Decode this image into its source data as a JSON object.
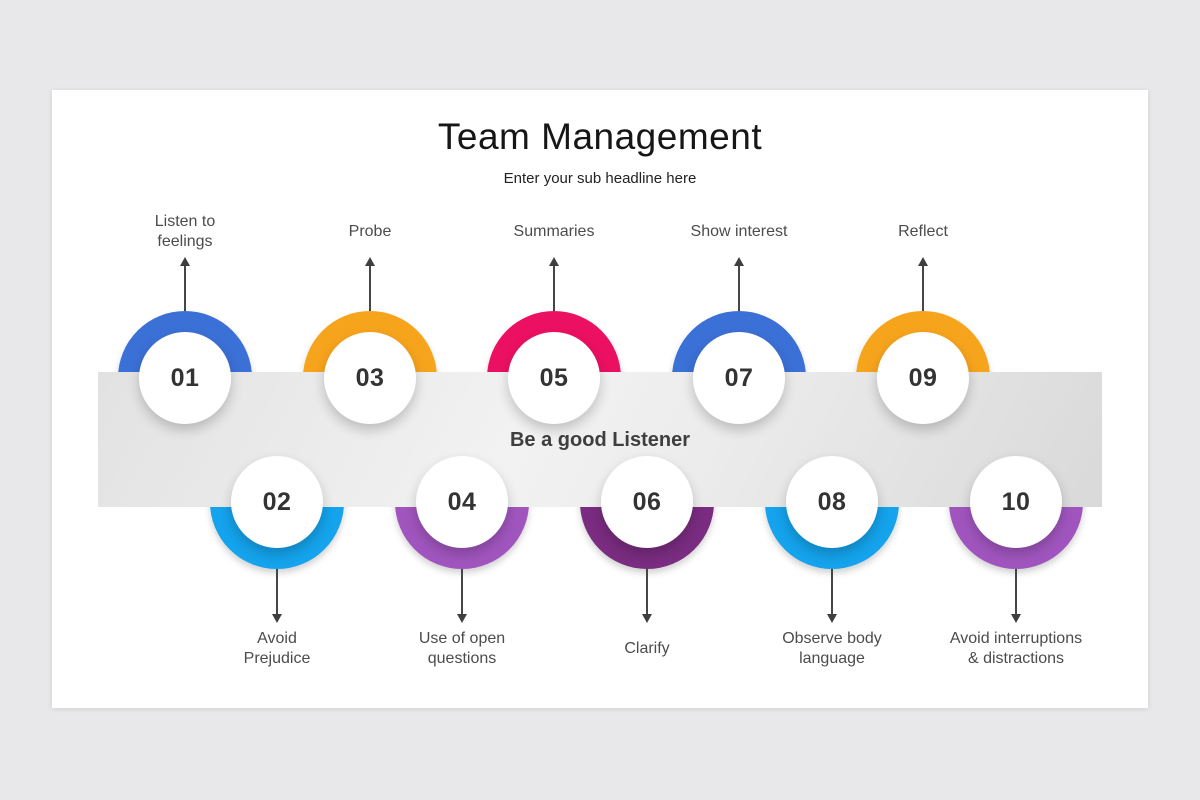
{
  "slide": {
    "title": "Team Management",
    "subtitle": "Enter your sub headline here",
    "band_text": "Be a good Listener"
  },
  "colors": {
    "page_background": "#e8e8ea",
    "slide_background": "#ffffff",
    "band_gray": "#e3e3e3",
    "blue": "#3B70D6",
    "orange": "#F7A41D",
    "pink": "#EC1062",
    "cyan": "#14A3EC",
    "purple": "#A055BE",
    "dark_purple": "#7A2C80"
  },
  "steps": [
    {
      "number": "01",
      "label": "Listen to\nfeelings",
      "color": "#3B70D6"
    },
    {
      "number": "02",
      "label": "Avoid\nPrejudice",
      "color": "#14A3EC"
    },
    {
      "number": "03",
      "label": "Probe",
      "color": "#F7A41D"
    },
    {
      "number": "04",
      "label": "Use of open\nquestions",
      "color": "#A055BE"
    },
    {
      "number": "05",
      "label": "Summaries",
      "color": "#EC1062"
    },
    {
      "number": "06",
      "label": "Clarify",
      "color": "#7A2C80"
    },
    {
      "number": "07",
      "label": "Show interest",
      "color": "#3B70D6"
    },
    {
      "number": "08",
      "label": "Observe body\nlanguage",
      "color": "#14A3EC"
    },
    {
      "number": "09",
      "label": "Reflect",
      "color": "#F7A41D"
    },
    {
      "number": "10",
      "label": "Avoid interruptions\n& distractions",
      "color": "#A055BE"
    }
  ]
}
